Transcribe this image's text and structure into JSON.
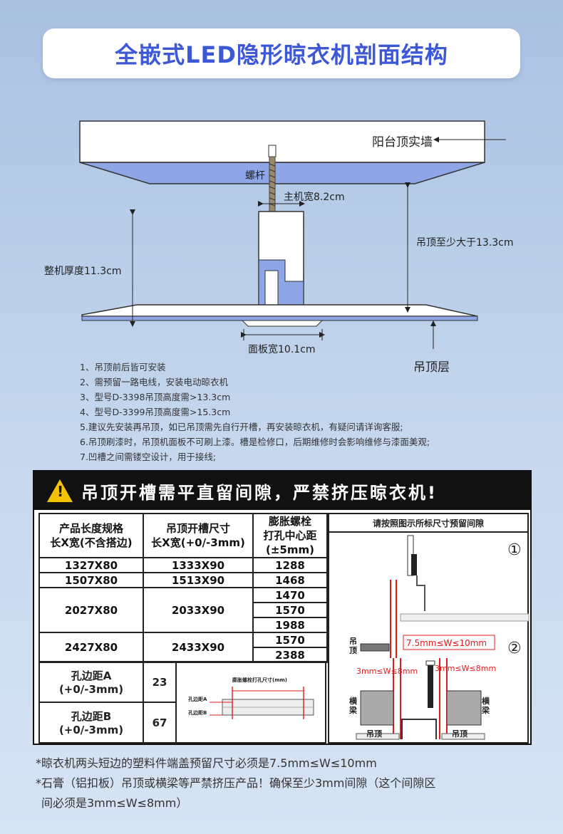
{
  "title": "全嵌式LED隐形晾衣机剖面结构",
  "diagram": {
    "wall_label": "阳台顶实墙",
    "bolt_label": "螺杆",
    "main_width_label": "主机宽8.2cm",
    "ceiling_min_label": "吊顶至少大于13.3cm",
    "thickness_label": "整机厚度11.3cm",
    "panel_width_label": "面板宽10.1cm",
    "ceiling_layer_label": "吊顶层"
  },
  "notes": [
    "1、吊顶前后皆可安装",
    "2、需预留一路电线，安装电动晾衣机",
    "3、型号D-3398吊顶高度需>13.3cm",
    "4、型号D-3399吊顶高度需>15.3cm",
    "5.建议先安装再吊顶，如已吊顶需先自行开槽，再安装晾衣机，有疑问请详询客服;",
    "6.吊顶刷漆时，吊顶机面板不可刷上漆。槽是检修口，后期维修时会影响维修与漆面美观;",
    "7.凹槽之间需镂空设计，用于接线;"
  ],
  "warning": {
    "icon": "warning-triangle-icon",
    "icon_glyph": "!",
    "text": "吊顶开槽需平直留间隙，严禁挤压晾衣机!"
  },
  "table": {
    "headers": {
      "col1_line1": "产品长度规格",
      "col1_line2": "长X宽(不含搭边)",
      "col2_line1": "吊顶开槽尺寸",
      "col2_line2": "长X宽(+0/-3mm)",
      "col3_line1": "膨胀螺栓",
      "col3_line2": "打孔中心距",
      "col3_line3": "(±5mm)"
    },
    "rows": [
      {
        "size": "1327X80",
        "slot": "1333X90",
        "dist": [
          "1288"
        ]
      },
      {
        "size": "1507X80",
        "slot": "1513X90",
        "dist": [
          "1468"
        ]
      },
      {
        "size": "2027X80",
        "slot": "2033X90",
        "dist": [
          "1470",
          "1570",
          "1988"
        ]
      },
      {
        "size": "2427X80",
        "slot": "2433X90",
        "dist": [
          "1570",
          "2388"
        ]
      }
    ],
    "edge_a": {
      "label1": "孔边距A",
      "label2": "(+0/-3mm)",
      "value": "23"
    },
    "edge_b": {
      "label1": "孔边距B",
      "label2": "(+0/-3mm)",
      "value": "67"
    },
    "mini_diagram": {
      "title": "膨胀螺栓打孔尺寸(mm)",
      "label_a": "孔边距A",
      "label_b": "孔边距B"
    }
  },
  "right_panel": {
    "header": "请按照图示所标尺寸预留间隙",
    "num1": "①",
    "num2": "②",
    "ceiling_label": "吊顶",
    "gap1": "7.5mm≤W≤10mm",
    "gap2_left": "3mm≤W≤8mm",
    "gap2_right": "3mm≤W≤8mm",
    "beam_left": "横梁",
    "beam_right": "横梁",
    "ceiling_bottom_left": "吊顶",
    "ceiling_bottom_right": "吊顶",
    "red": "#e21b1b"
  },
  "footnotes": [
    "*晾衣机两头短边的塑料件端盖预留尺寸必须是7.5mm≤W≤10mm",
    "*石膏（铝扣板）吊顶或横梁等严禁挤压产品！确保至少3mm间隙（这个间隙区",
    "间必须是3mm≤W≤8mm）"
  ],
  "colors": {
    "title": "#3d58d6",
    "structure_blue": "#8fa6e6",
    "warning_yellow": "#f5c400"
  }
}
